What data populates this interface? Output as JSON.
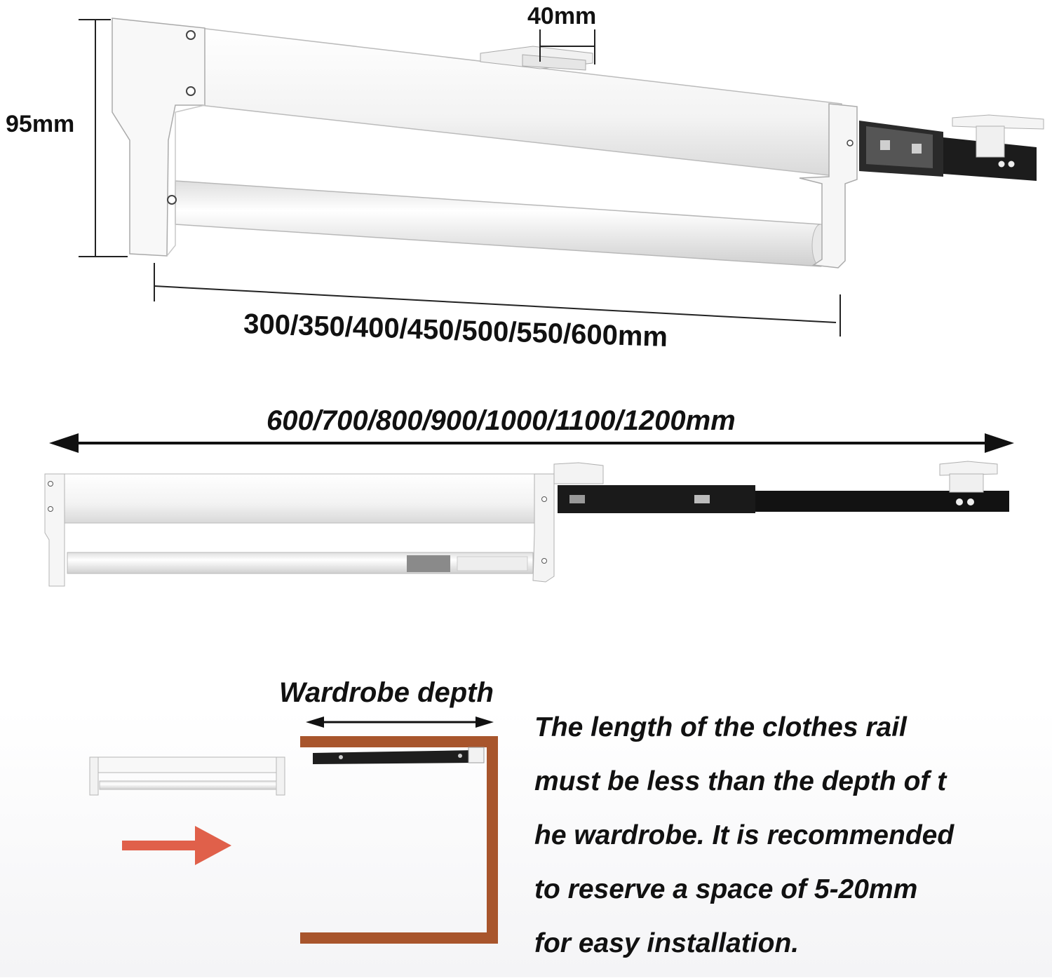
{
  "top_diagram": {
    "height_label": "95mm",
    "bracket_width_label": "40mm",
    "length_label": "300/350/400/450/500/550/600mm"
  },
  "extended_diagram": {
    "extension_label": "600/700/800/900/1000/1100/1200mm"
  },
  "install_diagram": {
    "depth_label": "Wardrobe depth",
    "note_lines": [
      "The length of the clothes rail",
      "must be less than the depth of t",
      "he wardrobe. It is recommended",
      "to reserve a space of 5-20mm",
      "for easy installation."
    ],
    "arrow_color": "#e0604a",
    "cabinet_color": "#a8552c"
  }
}
